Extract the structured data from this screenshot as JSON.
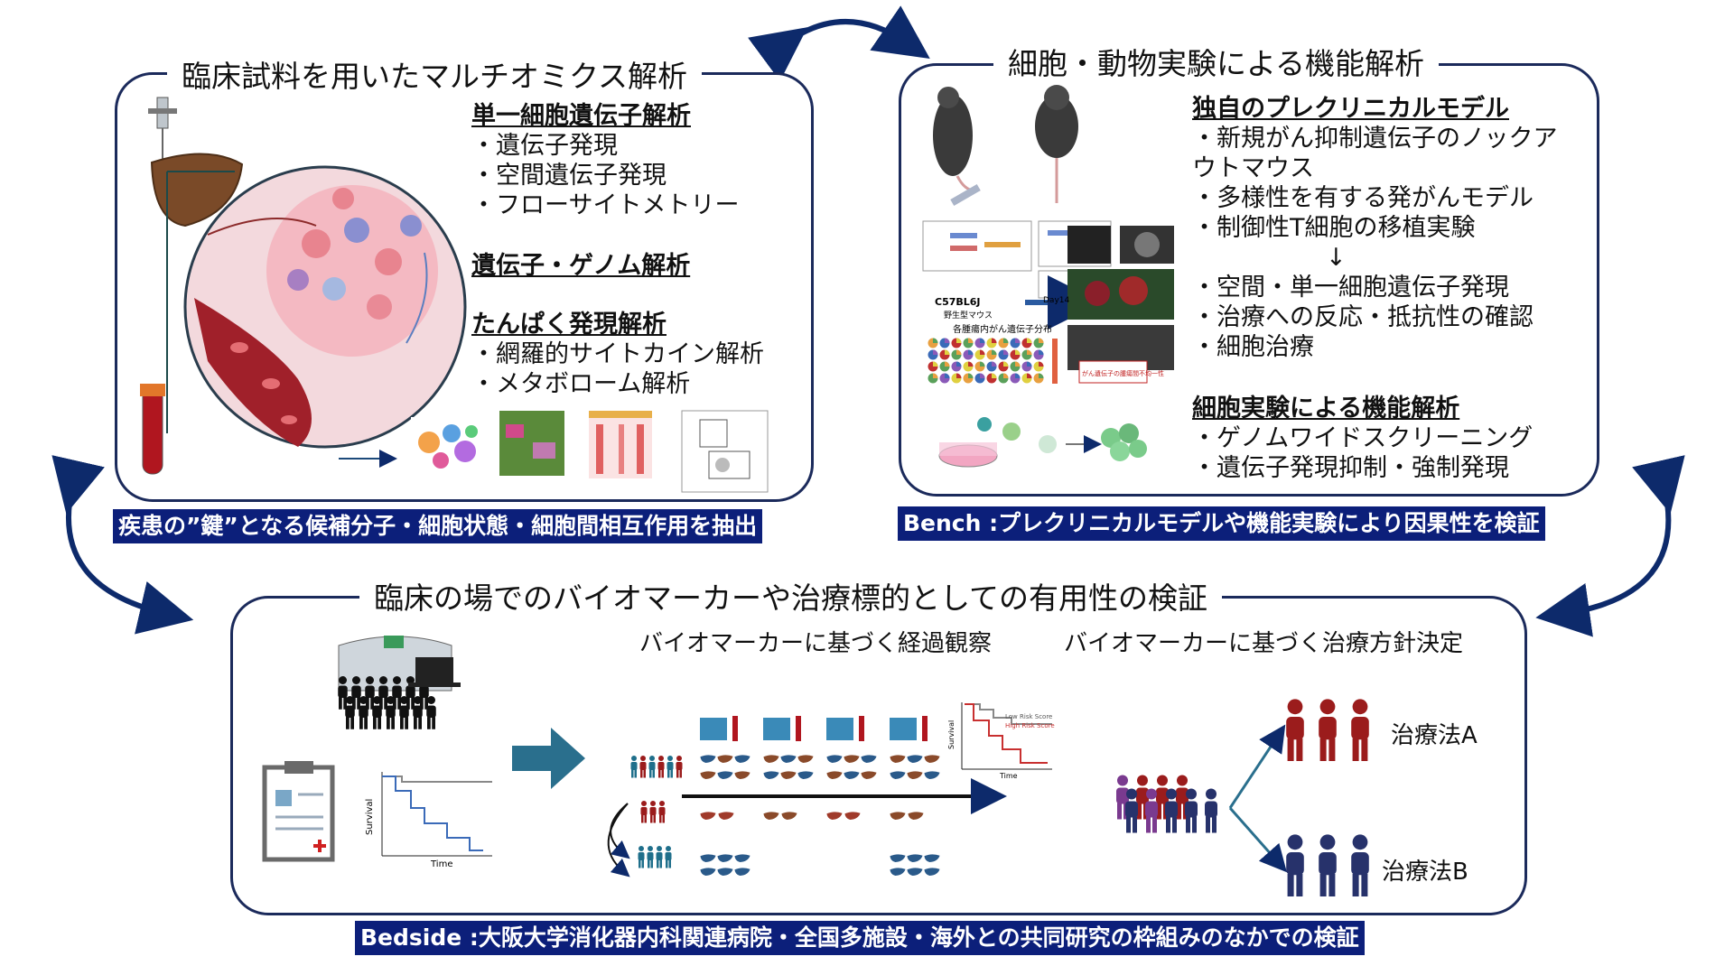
{
  "panels": {
    "clinical": {
      "title": "臨床試料を用いたマルチオミクス解析",
      "sections": [
        {
          "heading": "単一細胞遺伝子解析",
          "items": [
            "・遺伝子発現",
            "・空間遺伝子発現",
            "・フローサイトメトリー"
          ]
        },
        {
          "heading": "遺伝子・ゲノム解析",
          "items": []
        },
        {
          "heading": "たんぱく発現解析",
          "items": [
            "・網羅的サイトカイン解析",
            "・メタボローム解析"
          ]
        }
      ],
      "banner": "疾患の”鍵”となる候補分子・細胞状態・細胞間相互作用を抽出"
    },
    "bench": {
      "title": "細胞・動物実験による機能解析",
      "sections": [
        {
          "heading": "独自のプレクリニカルモデル",
          "items": [
            "・新規がん抑制遺伝子のノックア",
            "ウトマウス",
            "・多様性を有する発がんモデル",
            "・制御性T細胞の移植実験",
            "↓",
            "・空間・単一細胞遺伝子発現",
            "・治療への反応・抵抗性の確認",
            "・細胞治療"
          ]
        },
        {
          "heading": "細胞実験による機能解析",
          "items": [
            "・ゲノムワイドスクリーニング",
            "・遺伝子発現抑制・強制発現"
          ]
        }
      ],
      "banner": "Bench :プレクリニカルモデルや機能実験により因果性を検証"
    },
    "bedside": {
      "title": "臨床の場でのバイオマーカーや治療標的としての有用性の検証",
      "subtitle_left": "バイオマーカーに基づく経過観察",
      "subtitle_right": "バイオマーカーに基づく治療方針決定",
      "treatment_a": "治療法A",
      "treatment_b": "治療法B",
      "banner": "Bedside :大阪大学消化器内科関連病院・全国多施設・海外との共同研究の枠組みのなかでの検証"
    }
  },
  "figure_text": {
    "survival_ylabel": "Survival",
    "time_label": "Time",
    "low_risk": "Low Risk Score",
    "high_risk": "High Risk Score",
    "mouse_strain": "C57BL6J",
    "mouse_sub": "野生型マウス",
    "day_label": "Day14",
    "distribution_title": "各腫瘍内がん遺伝子分布",
    "note_box": "がん遺伝子の腫瘍間不均一性"
  },
  "colors": {
    "frame": "#1b2a5b",
    "banner_bg": "#0c1f7a",
    "arrow": "#0d2a6b",
    "big_arrow": "#2a6f8d",
    "group_a": "#9b1c1c",
    "group_b": "#27326b",
    "group_c": "#7a3a8f"
  }
}
